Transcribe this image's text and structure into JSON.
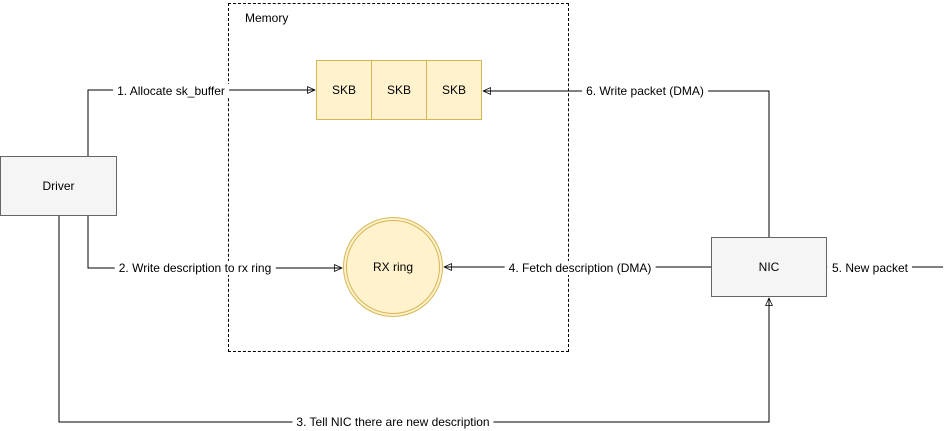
{
  "diagram": {
    "memory_label": "Memory",
    "nodes": {
      "driver": "Driver",
      "nic": "NIC",
      "rx_ring": "RX ring",
      "skb_cells": [
        "SKB",
        "SKB",
        "SKB"
      ]
    },
    "edges": [
      {
        "label": "1. Allocate sk_buffer",
        "from": "Driver",
        "to": "SKB"
      },
      {
        "label": "2. Write description to rx ring",
        "from": "Driver",
        "to": "RX ring"
      },
      {
        "label": "3. Tell NIC there are new description",
        "from": "Driver",
        "to": "NIC"
      },
      {
        "label": "4. Fetch description (DMA)",
        "from": "NIC",
        "to": "RX ring"
      },
      {
        "label": "5. New packet",
        "from": "external",
        "to": "NIC"
      },
      {
        "label": "6. Write packet (DMA)",
        "from": "NIC",
        "to": "SKB"
      }
    ],
    "colors": {
      "skb_fill": "#FFF2CC",
      "skb_border": "#D6B656",
      "node_fill": "#F5F5F5",
      "node_border": "#666666",
      "line": "#000000",
      "background": "#FFFFFF"
    }
  }
}
